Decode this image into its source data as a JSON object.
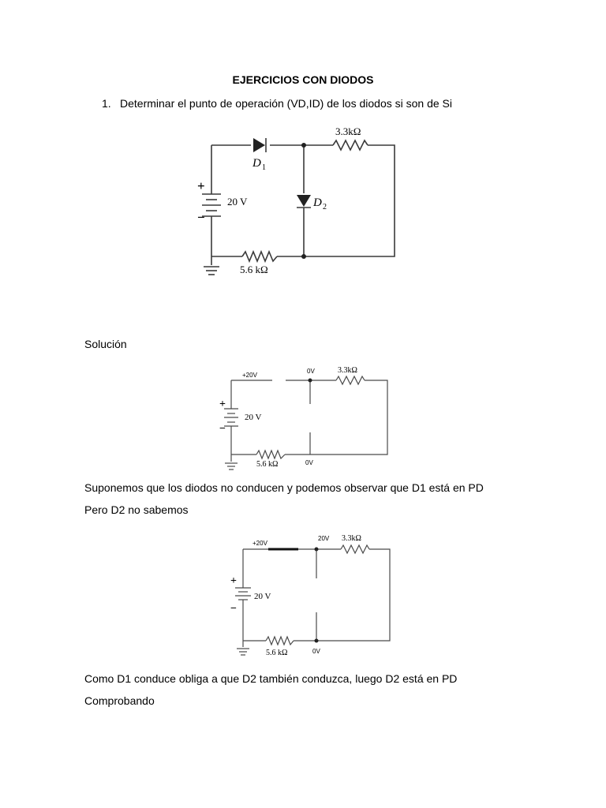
{
  "title": "EJERCICIOS CON DIODOS",
  "exercise_1": {
    "number": "1.",
    "text": "Determinar el punto de operación (VD,ID) de los diodos si son de Si"
  },
  "circuit_1": {
    "source_plus": "+",
    "source_minus": "−",
    "source_label": "20 V",
    "r1_label": "3.3kΩ",
    "r2_label": "5.6 kΩ",
    "d1_label": "D",
    "d1_sub": "1",
    "d2_label": "D",
    "d2_sub": "2"
  },
  "solucion_label": "Solución",
  "circuit_2": {
    "source_plus": "+",
    "source_minus": "−",
    "source_label": "20 V",
    "r1_label": "3.3kΩ",
    "r2_label": "5.6 kΩ",
    "node_plus20": "+20V",
    "node_top": "0V",
    "node_bottom": "0V"
  },
  "para_1": "Suponemos que los diodos no conducen y podemos observar que D1 está en PD",
  "para_2": "Pero D2 no sabemos",
  "circuit_3": {
    "source_plus": "+",
    "source_minus": "−",
    "source_label": "20 V",
    "r1_label": "3.3kΩ",
    "r2_label": "5.6 kΩ",
    "node_plus20": "+20V",
    "node_top": "20V",
    "node_bottom": "0V"
  },
  "para_3": "Como D1 conduce obliga a que D2 también conduzca, luego D2 está en PD",
  "para_4": "Comprobando"
}
